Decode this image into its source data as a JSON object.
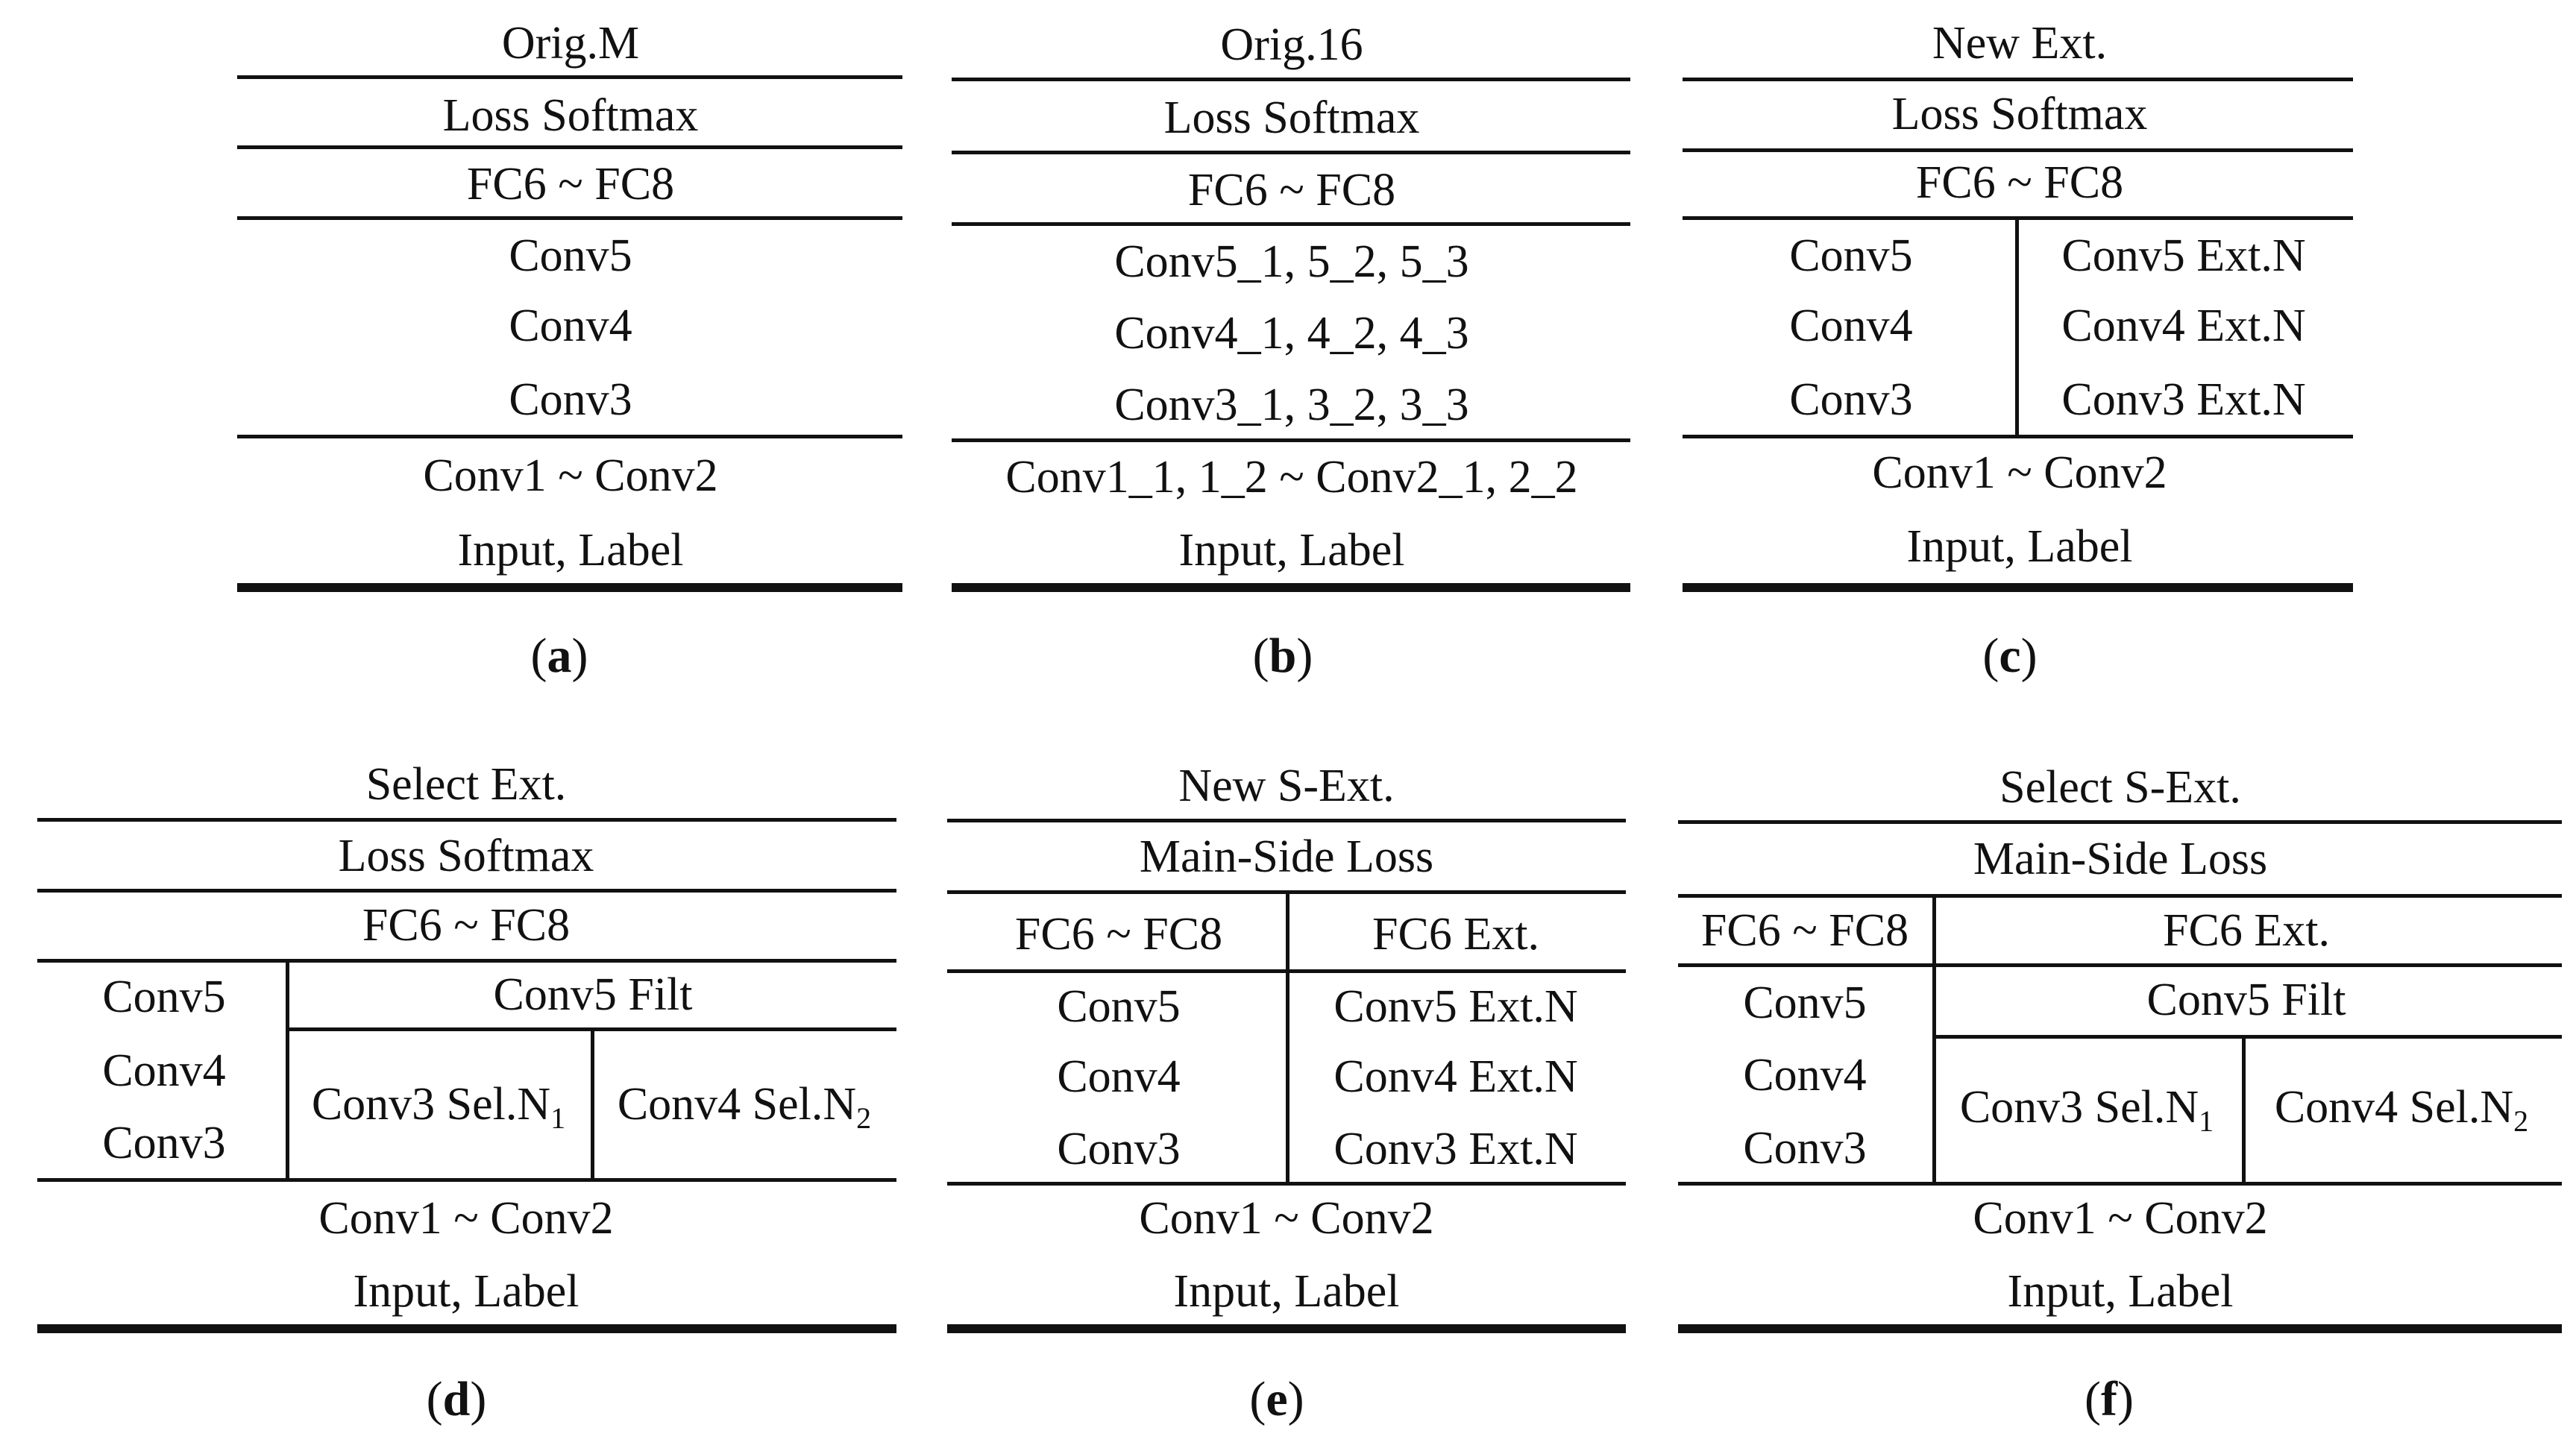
{
  "panels": {
    "a": {
      "title": "Orig.M",
      "loss": "Loss Softmax",
      "fc": "FC6 ~ FC8",
      "conv5": "Conv5",
      "conv4": "Conv4",
      "conv3": "Conv3",
      "conv12": "Conv1 ~ Conv2",
      "input": "Input, Label",
      "caption": "a"
    },
    "b": {
      "title": "Orig.16",
      "loss": "Loss Softmax",
      "fc": "FC6 ~ FC8",
      "conv5": "Conv5_1, 5_2, 5_3",
      "conv4": "Conv4_1, 4_2, 4_3",
      "conv3": "Conv3_1, 3_2, 3_3",
      "conv12": "Conv1_1, 1_2 ~ Conv2_1, 2_2",
      "input": "Input, Label",
      "caption": "b"
    },
    "c": {
      "title": "New Ext.",
      "loss": "Loss Softmax",
      "fc": "FC6 ~ FC8",
      "conv5": "Conv5",
      "conv4": "Conv4",
      "conv3": "Conv3",
      "conv5_ext": "Conv5 Ext.N",
      "conv4_ext": "Conv4 Ext.N",
      "conv3_ext": "Conv3 Ext.N",
      "conv12": "Conv1 ~ Conv2",
      "input": "Input, Label",
      "caption": "c"
    },
    "d": {
      "title": "Select Ext.",
      "loss": "Loss Softmax",
      "fc": "FC6 ~ FC8",
      "conv5": "Conv5",
      "conv4": "Conv4",
      "conv3": "Conv3",
      "conv5_filt": "Conv5 Filt",
      "conv3_sel": "Conv3 Sel.N",
      "conv3_sel_sub": "1",
      "conv4_sel": "Conv4 Sel.N",
      "conv4_sel_sub": "2",
      "conv12": "Conv1 ~ Conv2",
      "input": "Input, Label",
      "caption": "d"
    },
    "e": {
      "title": "New S-Ext.",
      "loss": "Main-Side Loss",
      "fc": "FC6 ~ FC8",
      "fc_ext": "FC6 Ext.",
      "conv5": "Conv5",
      "conv4": "Conv4",
      "conv3": "Conv3",
      "conv5_ext": "Conv5 Ext.N",
      "conv4_ext": "Conv4 Ext.N",
      "conv3_ext": "Conv3 Ext.N",
      "conv12": "Conv1 ~ Conv2",
      "input": "Input, Label",
      "caption": "e"
    },
    "f": {
      "title": "Select S-Ext.",
      "loss": "Main-Side Loss",
      "fc": "FC6 ~ FC8",
      "fc_ext": "FC6 Ext.",
      "conv5": "Conv5",
      "conv4": "Conv4",
      "conv3": "Conv3",
      "conv5_filt": "Conv5 Filt",
      "conv3_sel": "Conv3 Sel.N",
      "conv3_sel_sub": "1",
      "conv4_sel": "Conv4 Sel.N",
      "conv4_sel_sub": "2",
      "conv12": "Conv1 ~ Conv2",
      "input": "Input, Label",
      "caption": "f"
    }
  }
}
